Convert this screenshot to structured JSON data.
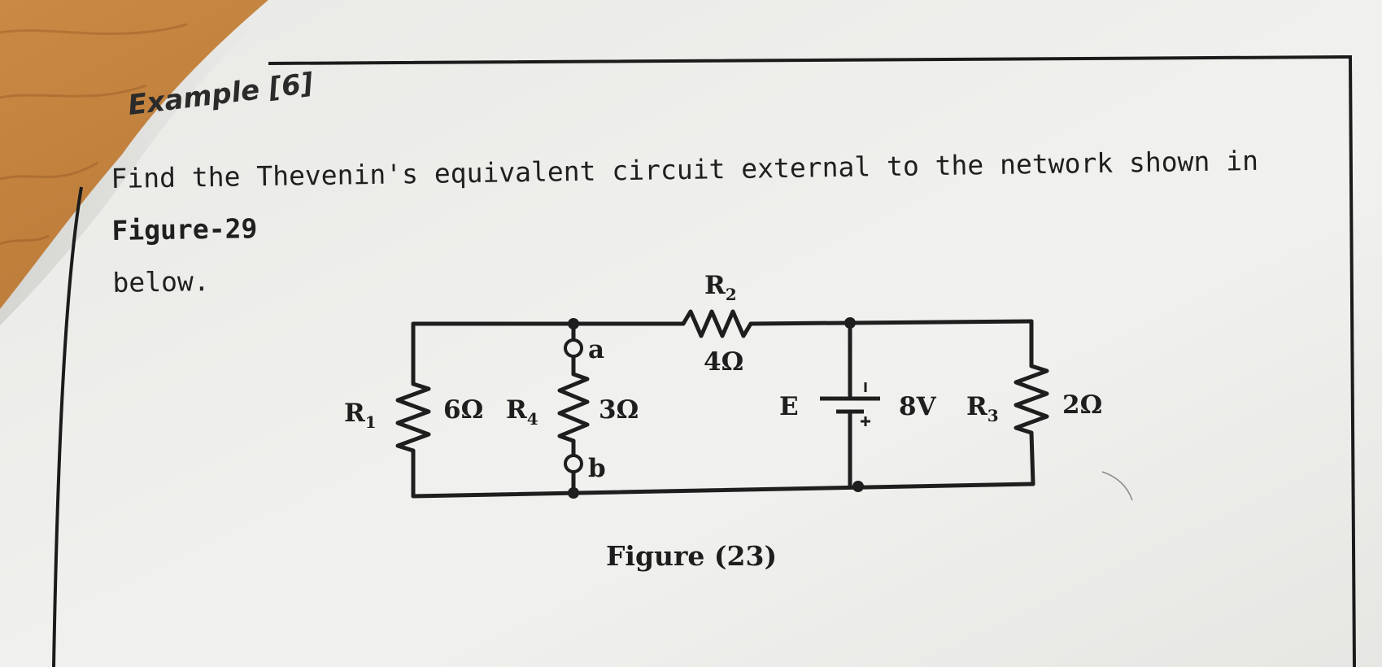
{
  "heading": {
    "text": "Example [6]"
  },
  "problem": {
    "text": "Find the Thevenin's equivalent circuit external to the network shown in ",
    "figure_ref": "Figure-29",
    "text_end": "below."
  },
  "circuit": {
    "r1": {
      "name": "R",
      "sub": "1",
      "value": "6Ω"
    },
    "r2": {
      "name": "R",
      "sub": "2",
      "value": "4Ω"
    },
    "r3": {
      "name": "R",
      "sub": "3",
      "value": "2Ω"
    },
    "r4": {
      "name": "R",
      "sub": "4",
      "value": "3Ω"
    },
    "source": {
      "name": "E",
      "value": "8V"
    },
    "terminal_a": "a",
    "terminal_b": "b"
  },
  "figure_caption": "Figure (23)",
  "colors": {
    "paper": "#efefed",
    "ink": "#1e1e1e",
    "wood": "#b87a3a"
  }
}
